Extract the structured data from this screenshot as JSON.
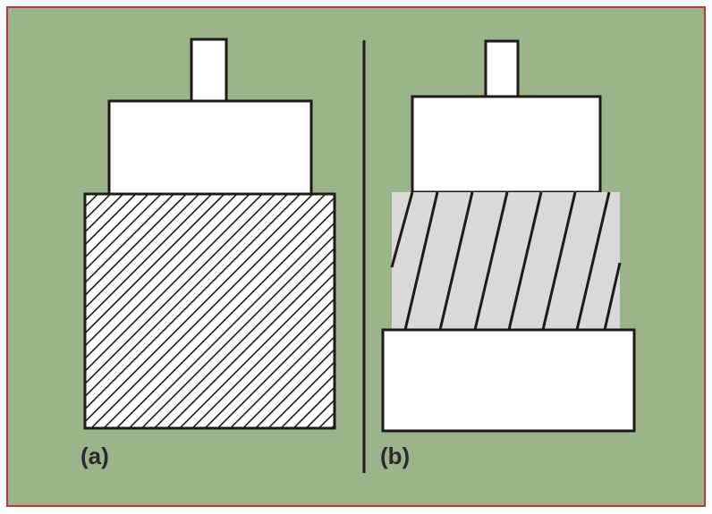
{
  "colors": {
    "background": "#9bb48a",
    "border": "#c0343a",
    "outline": "#1e1a18",
    "block_fill": "#ffffff",
    "sheared_zone_fill": "#d9d9d9"
  },
  "panels": [
    {
      "id": "a",
      "label": "(a)"
    },
    {
      "id": "b",
      "label": "(b)"
    }
  ]
}
